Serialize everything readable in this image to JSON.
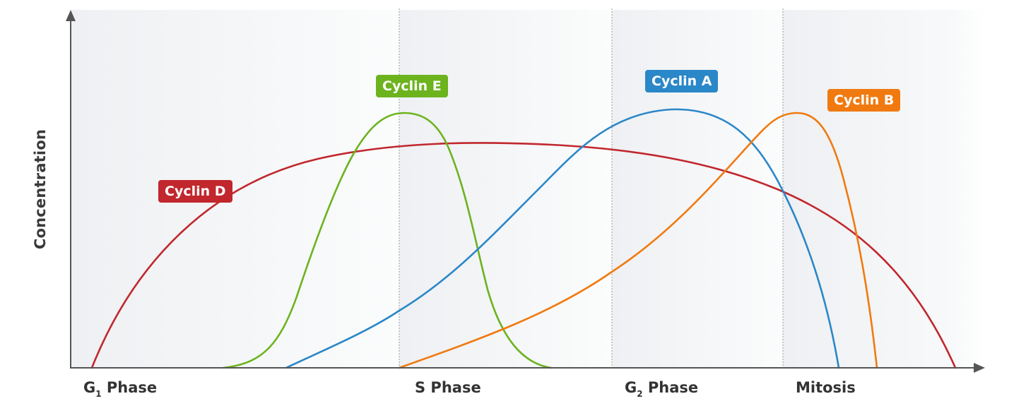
{
  "chart_data": {
    "type": "line",
    "title": "",
    "xlabel": "",
    "ylabel": "Concentration",
    "x_categories": [
      "G1 Phase",
      "S Phase",
      "G2 Phase",
      "Mitosis"
    ],
    "grid": false,
    "legend_position": "inline labels",
    "axis_ranges": {
      "x": [
        0,
        100
      ],
      "y": [
        0,
        100
      ]
    },
    "phase_boundaries_x": [
      0,
      36.1,
      59.5,
      78.2,
      100
    ],
    "series": [
      {
        "name": "Cyclin D",
        "color": "#c1272d",
        "points": [
          [
            2.3,
            0
          ],
          [
            10,
            38
          ],
          [
            20,
            63
          ],
          [
            30,
            78
          ],
          [
            40,
            86
          ],
          [
            50,
            89
          ],
          [
            57,
            88
          ],
          [
            65,
            84
          ],
          [
            75,
            74
          ],
          [
            85,
            57
          ],
          [
            93,
            33
          ],
          [
            97,
            14
          ],
          [
            97.5,
            0
          ]
        ]
      },
      {
        "name": "Cyclin E",
        "color": "#6cb31e",
        "points": [
          [
            16.8,
            0
          ],
          [
            21,
            6
          ],
          [
            25,
            36
          ],
          [
            29,
            72
          ],
          [
            33,
            93
          ],
          [
            36,
            100
          ],
          [
            39.5,
            94
          ],
          [
            43,
            66
          ],
          [
            45.5,
            30
          ],
          [
            48,
            10
          ],
          [
            52.5,
            0
          ]
        ]
      },
      {
        "name": "Cyclin A",
        "color": "#2a87c8",
        "points": [
          [
            23.8,
            0
          ],
          [
            30,
            12
          ],
          [
            36,
            22
          ],
          [
            44,
            38
          ],
          [
            52,
            60
          ],
          [
            60,
            80
          ],
          [
            66,
            94
          ],
          [
            70,
            100
          ],
          [
            75,
            96
          ],
          [
            80,
            80
          ],
          [
            84,
            55
          ],
          [
            87,
            25
          ],
          [
            88.6,
            0
          ]
        ]
      },
      {
        "name": "Cyclin B",
        "color": "#f07a10",
        "points": [
          [
            36.1,
            0
          ],
          [
            45,
            12
          ],
          [
            55,
            25
          ],
          [
            62,
            38
          ],
          [
            70,
            58
          ],
          [
            76,
            82
          ],
          [
            79,
            97
          ],
          [
            81,
            100
          ],
          [
            83.5,
            96
          ],
          [
            85.5,
            78
          ],
          [
            87.5,
            45
          ],
          [
            89.5,
            12
          ],
          [
            90.7,
            0
          ]
        ]
      }
    ],
    "annotations": [
      {
        "text": "Cyclin D",
        "color": "#c1272d"
      },
      {
        "text": "Cyclin E",
        "color": "#6cb31e"
      },
      {
        "text": "Cyclin A",
        "color": "#2a87c8"
      },
      {
        "text": "Cyclin B",
        "color": "#f07a10"
      }
    ]
  },
  "axes": {
    "y_label": "Concentration",
    "x_labels": [
      {
        "main": "G",
        "sub": "1",
        "rest": " Phase"
      },
      {
        "main": "S Phase",
        "sub": "",
        "rest": ""
      },
      {
        "main": "G",
        "sub": "2",
        "rest": " Phase"
      },
      {
        "main": "Mitosis",
        "sub": "",
        "rest": ""
      }
    ]
  },
  "labels": {
    "cyclin_d": "Cyclin D",
    "cyclin_e": "Cyclin E",
    "cyclin_a": "Cyclin A",
    "cyclin_b": "Cyclin B"
  },
  "colors": {
    "cyclin_d": "#c1272d",
    "cyclin_e": "#6cb31e",
    "cyclin_a": "#2a87c8",
    "cyclin_b": "#f07a10",
    "axis": "#555555",
    "divider": "#9a9a9a"
  }
}
